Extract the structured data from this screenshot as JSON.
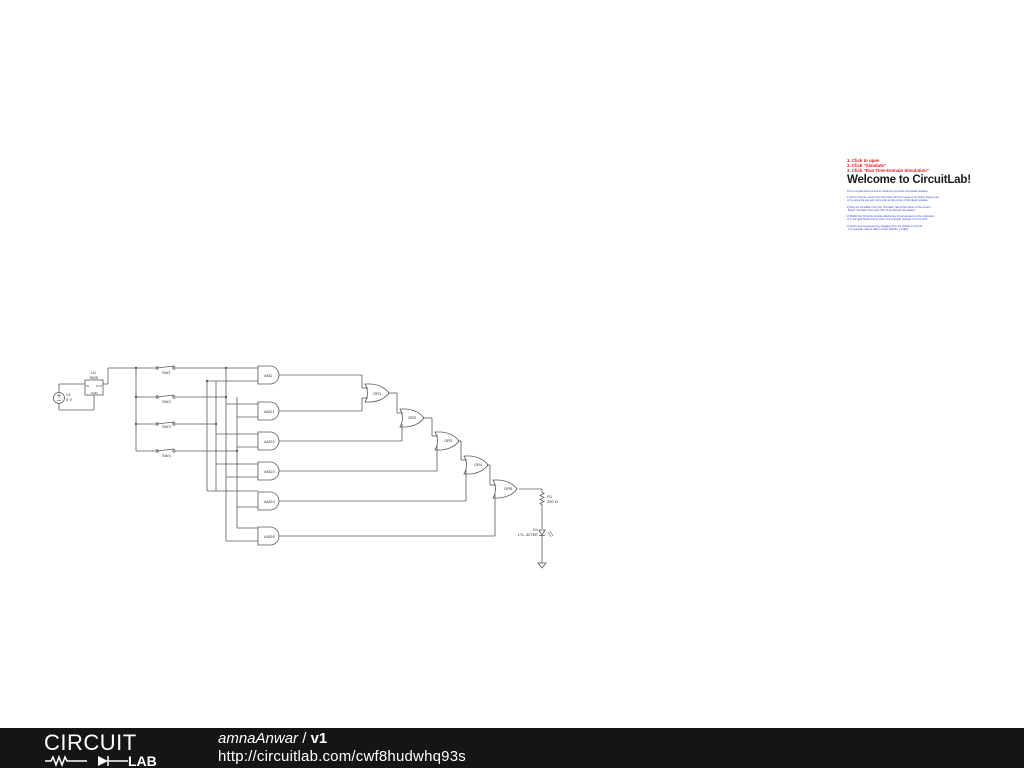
{
  "welcome": {
    "steps": [
      "1. Click to open",
      "2. Click \"Simulate\"",
      "3. Click \"Run Time-Domain Simulation\""
    ],
    "title": "Welcome to CircuitLab!",
    "paragraphs": [
      "This is a quick demo circuit to introduce you to the CircuitLab interface.",
      "1) Zoom and pan around the schematic with the mouse or ⌘ wheel; drag to pan\nor by using the pan and zoom tools at the corner of the sketch window.",
      "2) Run the simulation from the \"Simulate\" tab at the bottom of the screen.\n Select \"Simulate\" then click \"Run Time-Domain Simulation\".",
      "3) Modify the Circuit by double-clicking any circuit element on the schematic\nor in the right-hand context menu. For example, change V1 to be 9.5V.",
      "4) Insert new components by dragging from the toolbar on the left.\n  For example, add an LED in series with R1_1 (LED)."
    ]
  },
  "schematic": {
    "source": {
      "name": "V1",
      "value": "5 V"
    },
    "regulator": {
      "name": "U1",
      "part": "7805",
      "pin_in": "IN",
      "pin_out": "OUT",
      "pin_gnd": "GND"
    },
    "switches": [
      "SW1",
      "SW2",
      "SW3",
      "SW4"
    ],
    "and_gates": [
      "AND",
      "AND1",
      "AND2",
      "AND3",
      "AND4",
      "AND5"
    ],
    "or_gates": [
      "OR1",
      "OR2",
      "OR3",
      "OR4",
      "OR5"
    ],
    "resistor": {
      "name": "R1",
      "value": "250 Ω"
    },
    "led": {
      "name": "D1",
      "part": "LTL-307EE"
    }
  },
  "footer": {
    "logo_text_top": "CIRCUIT",
    "logo_text_bottom": "LAB",
    "author": "amnaAnwar",
    "separator": " / ",
    "version": "v1",
    "url": "http://circuitlab.com/cwf8hudwhq93s"
  },
  "colors": {
    "wire": "#5a5a5a",
    "step_text": "#e0141e",
    "paragraph_text": "#2b3fd8",
    "footer_bg": "#151515"
  }
}
